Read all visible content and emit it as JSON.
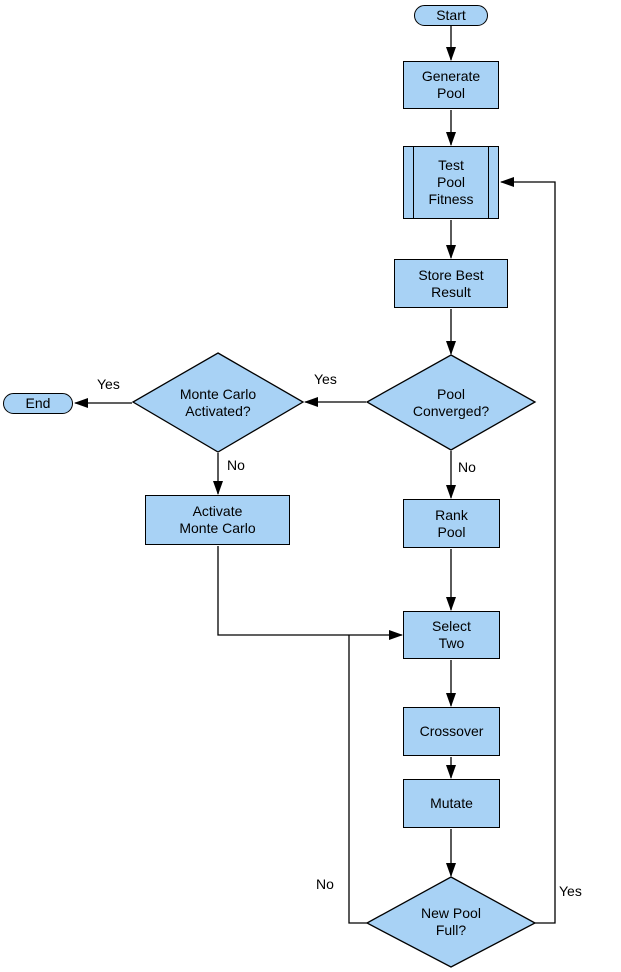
{
  "colors": {
    "node_fill": "#A8D2F5",
    "node_border": "#000000",
    "line": "#000000",
    "background": "#FFFFFF"
  },
  "nodes": {
    "start": {
      "type": "terminator",
      "label": "Start"
    },
    "generate_pool": {
      "type": "process",
      "label": "Generate\nPool"
    },
    "test_pool_fitness": {
      "type": "predefined-process",
      "label": "Test\nPool\nFitness"
    },
    "store_best_result": {
      "type": "process",
      "label": "Store Best\nResult"
    },
    "pool_converged": {
      "type": "decision",
      "label": "Pool\nConverged?"
    },
    "monte_carlo_activated": {
      "type": "decision",
      "label": "Monte Carlo\nActivated?"
    },
    "end": {
      "type": "terminator",
      "label": "End"
    },
    "activate_monte_carlo": {
      "type": "process",
      "label": "Activate\nMonte Carlo"
    },
    "rank_pool": {
      "type": "process",
      "label": "Rank\nPool"
    },
    "select_two": {
      "type": "process",
      "label": "Select\nTwo"
    },
    "crossover": {
      "type": "process",
      "label": "Crossover"
    },
    "mutate": {
      "type": "process",
      "label": "Mutate"
    },
    "new_pool_full": {
      "type": "decision",
      "label": "New Pool\nFull?"
    }
  },
  "edge_labels": {
    "pool_converged_yes": "Yes",
    "pool_converged_no": "No",
    "monte_carlo_yes": "Yes",
    "monte_carlo_no": "No",
    "new_pool_full_no": "No",
    "new_pool_full_yes": "Yes"
  }
}
